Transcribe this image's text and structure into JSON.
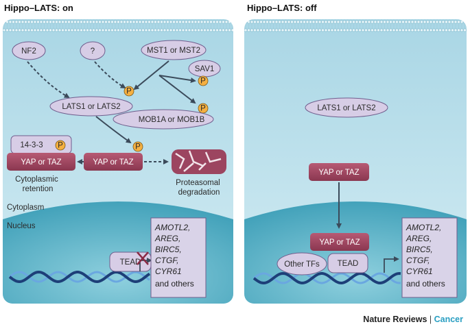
{
  "panel_on": {
    "title": "Hippo–LATS: on",
    "nf2": "NF2",
    "unknown": "?",
    "mst": "MST1 or MST2",
    "sav1": "SAV1",
    "lats": "LATS1 or LATS2",
    "mob": "MOB1A or MOB1B",
    "p_label": "P",
    "protein_14_3_3": "14-3-3",
    "yap_taz": "YAP or TAZ",
    "cyto_retention_line1": "Cytoplasmic",
    "cyto_retention_line2": "retention",
    "proteasomal_line1": "Proteasomal",
    "proteasomal_line2": "degradation",
    "cytoplasm": "Cytoplasm",
    "nucleus": "Nucleus",
    "tead": "TEAD",
    "genes": [
      "AMOTL2,",
      "AREG,",
      "BIRC5,",
      "CTGF,",
      "CYR61"
    ],
    "genes_tail": "and others"
  },
  "panel_off": {
    "title": "Hippo–LATS: off",
    "lats": "LATS1 or LATS2",
    "yap_taz": "YAP or TAZ",
    "other_tfs": "Other TFs",
    "tead": "TEAD",
    "genes": [
      "AMOTL2,",
      "AREG,",
      "BIRC5,",
      "CTGF,",
      "CYR61"
    ],
    "genes_tail": "and others"
  },
  "footer": {
    "journal": "Nature Reviews",
    "separator": " | ",
    "section": "Cancer"
  },
  "colors": {
    "cytoplasm": "#b7dde9",
    "nucleus": "#57b4ca",
    "oval_fill": "#d7cde6",
    "oval_stroke": "#6f5d8c",
    "yap_fill": "#a04860",
    "gene_box": "#d9d3e8",
    "phospho": "#f5b041",
    "footer_accent": "#2a9fc2"
  }
}
